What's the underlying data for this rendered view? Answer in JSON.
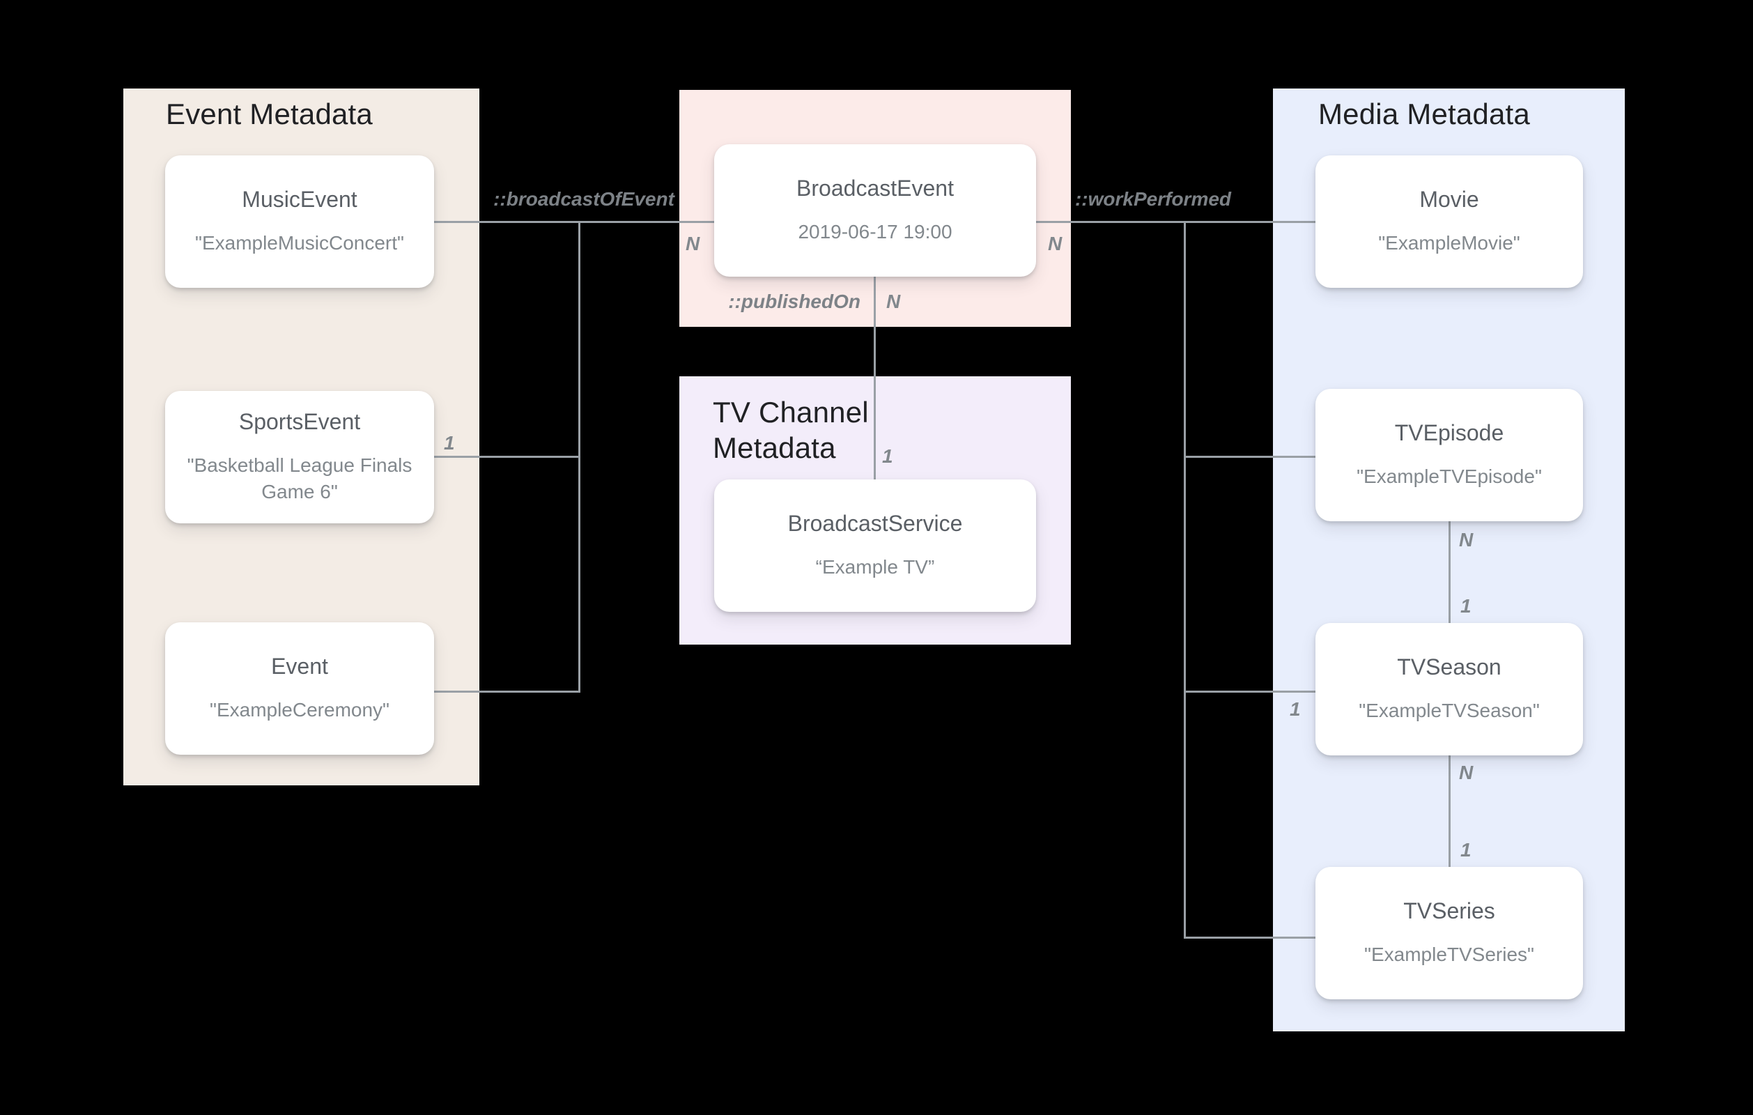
{
  "panels": {
    "event": {
      "title": "Event Metadata"
    },
    "tv_channel": {
      "title": "TV Channel Metadata"
    },
    "media": {
      "title": "Media Metadata"
    }
  },
  "nodes": {
    "music_event": {
      "title": "MusicEvent",
      "subtitle": "\"ExampleMusicConcert\""
    },
    "sports_event": {
      "title": "SportsEvent",
      "subtitle": "\"Basketball League Finals Game 6\""
    },
    "event": {
      "title": "Event",
      "subtitle": "\"ExampleCeremony\""
    },
    "broadcast_event": {
      "title": "BroadcastEvent",
      "subtitle": "2019-06-17 19:00"
    },
    "broadcast_service": {
      "title": "BroadcastService",
      "subtitle": "“Example TV”"
    },
    "movie": {
      "title": "Movie",
      "subtitle": "\"ExampleMovie\""
    },
    "tv_episode": {
      "title": "TVEpisode",
      "subtitle": "\"ExampleTVEpisode\""
    },
    "tv_season": {
      "title": "TVSeason",
      "subtitle": "\"ExampleTVSeason\""
    },
    "tv_series": {
      "title": "TVSeries",
      "subtitle": "\"ExampleTVSeries\""
    }
  },
  "relations": {
    "broadcast_of_event": {
      "label": "::broadcastOfEvent"
    },
    "published_on": {
      "label": "::publishedOn"
    },
    "work_performed": {
      "label": "::workPerformed"
    }
  },
  "cardinalities": {
    "broadcast_left_n": "N",
    "sports_event_1": "1",
    "work_performed_n": "N",
    "published_on_n": "N",
    "published_on_1": "1",
    "episode_n": "N",
    "episode_to_season_1": "1",
    "season_left_1": "1",
    "season_n": "N",
    "season_to_series_1": "1"
  },
  "colors": {
    "background": "#000000",
    "event_panel": "#f3ece5",
    "broadcast_panel": "#fcebe9",
    "tv_channel_panel": "#f3edfa",
    "media_panel": "#e8eefc",
    "card": "#ffffff",
    "connector": "#9aa0a6",
    "panel_title_text": "#202124",
    "node_title_text": "#5a5f65",
    "node_subtitle_text": "#82888d"
  }
}
